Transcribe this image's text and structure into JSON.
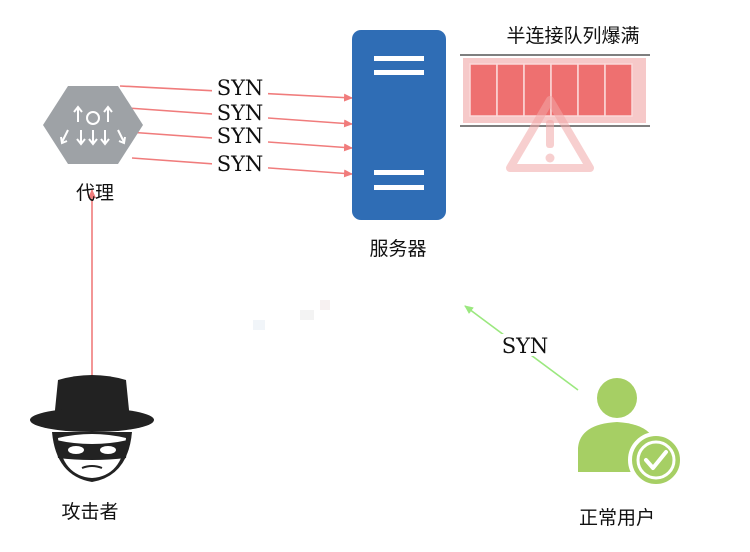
{
  "labels": {
    "proxy": "代理",
    "server": "服务器",
    "attacker": "攻击者",
    "normal_user": "正常用户",
    "queue": "半连接队列爆满"
  },
  "syn_labels": [
    "SYN",
    "SYN",
    "SYN",
    "SYN"
  ],
  "normal_syn": "SYN",
  "icons": {
    "proxy": "proxy-hexagon-icon",
    "server": "server-icon",
    "attacker": "hacker-icon",
    "user": "verified-user-icon",
    "warning": "warning-icon"
  },
  "colors": {
    "attack_arrow": "#f07c7c",
    "normal_arrow": "#9be87f",
    "server_blue": "#2f6db5",
    "queue_red": "#ee7070",
    "proxy_gray": "#9ea2a6",
    "user_green": "#a6cf64"
  }
}
